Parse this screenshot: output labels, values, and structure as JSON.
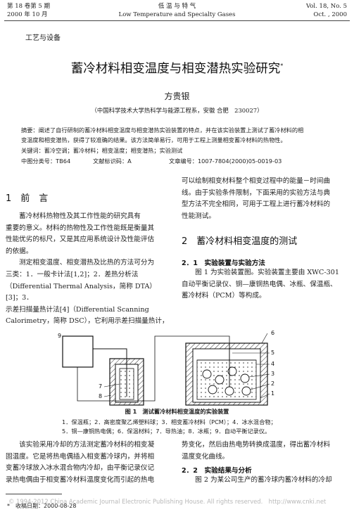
{
  "header": {
    "vol_left": "第 18 卷第 5 期",
    "date_left": "2000 年 10 月",
    "journal_cn": "低 温 与 特 气",
    "journal_en": "Low Temperature and Specialty Gases",
    "vol_right": "Vol. 18, No. 5",
    "date_right": "Oct. , 2000"
  },
  "category": "工艺与设备",
  "title": "蓄冷材料相变温度与相变潜热实验研究",
  "title_mark": "*",
  "author": "方贵银",
  "affiliation": "（中国科学技术大学热科学与能源工程系，安徽 合肥　230027）",
  "abstract": {
    "line1": "摘要：阐述了自行研制的蓄冷材料相变温度与相变潜热实验装置的特点，并在该实验装置上测试了蓄冷材料的相",
    "line2": "变温度和相变潜热，获得了较准确的结果。该方法简单易行，可用于工程上测量相变蓄冷材料的热物性。",
    "keywords": "关键词：蓄冷空调；蓄冷材料；相变温度；相变潜热；实验测试",
    "classification": "中图分类号：TB64",
    "doc_code": "文献标识码：A",
    "article_no": "文章编号：1007-7804(2000)05-0019-03"
  },
  "section1": {
    "heading": "1　前　言",
    "lines": [
      "　　蓄冷材料热物性及其工作性能的研究具有",
      "重要的意义。材料的热物性及工作性能既是衡量其",
      "性能优劣的标尺，又是其应用系统设计及性能评估",
      "的依据。",
      "　　测定相变温度、相变潜热及比热的方法可分为",
      "三类：1．一般卡计法[1,2]；2．差热分析法",
      "（Differential Thermal Analysis，简称 DTA）[3]；3．",
      "示差扫描量热计法[4]（Differential Scanning",
      "Calorimetry，简称 DSC），它利用示差扫描量热计，"
    ]
  },
  "right_top": {
    "lines": [
      "可以绘制相变材料整个相变过程中的能量－时间曲",
      "线。由于实验条件限制，下面采用的实验方法与典",
      "型方法不完全相同，可用于工程上进行蓄冷材料的",
      "性能测试。"
    ]
  },
  "section2": {
    "heading": "2　蓄冷材料相变温度的测试",
    "sub1": "2．1　实验装置与实验方法",
    "sub1_lines": [
      "　　图 1 为实验装置图。实验装置主要由 XWC-301",
      "自动平衡记录仪、铜—康铜热电偶、冰瓶、保温瓶、",
      "蓄冷材料（PCM）等构成。"
    ]
  },
  "figure": {
    "labels": [
      "1",
      "2",
      "3",
      "4",
      "5",
      "6",
      "7",
      "8",
      "9"
    ],
    "caption": "图 1　测试蓄冷材料相变温度的实验装置",
    "legend1": "1．保温瓶；2．高密度聚乙烯塑料球；3．相变蓄冷材料（PCM）；4．冰水混合物；",
    "legend2": "5．铜—康铜热电偶；6．保温材料；7．导热油；8．冰瓶；9．自动平衡记录仪。"
  },
  "bottom_left": {
    "lines": [
      "　　该实验采用冷却的方法测定蓄冷材料的相变凝",
      "固温度。它是将热电偶插入相变蓄冷球内，并将相",
      "变蓄冷球放入冰水混合物内冷却，由平衡记录仪记",
      "录热电偶由于相变蓄冷材料温度变化而引起的热电"
    ]
  },
  "bottom_right": {
    "line1": "势变化，然后由热电势转换成温度，得出蓄冷材料",
    "line2": "温度变化曲线。",
    "sub2": "2．2　实验结果与分析",
    "line3": "　　图 2 为某公司生产的蓄冷球内蓄冷材料的冷却"
  },
  "footnote": "*　收稿日期：2000-08-28",
  "watermark": "© 1994-2012 China Academic Journal Electronic Publishing House. All rights reserved.　http://www.cnki.net"
}
